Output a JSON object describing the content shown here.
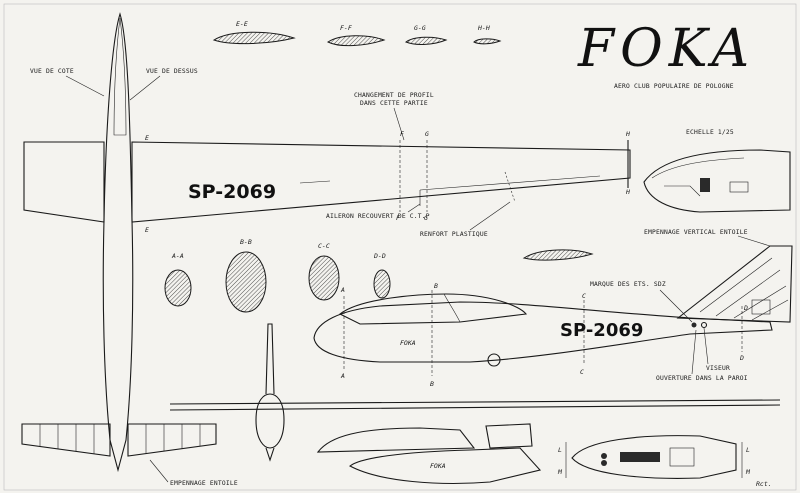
{
  "title": "FOKA",
  "subtitle": "AERO CLUB POPULAIRE DE POLOGNE",
  "scale": "ECHELLE 1/25",
  "registration": "SP-2069",
  "labels": {
    "vue_cote": "VUE DE COTE",
    "vue_dessus": "VUE DE DESSUS",
    "changement": "CHANGEMENT DE PROFIL",
    "changement2": "DANS CETTE PARTIE",
    "aileron": "AILERON RECOUVERT DE C.T.P",
    "renfort": "RENFORT PLASTIQUE",
    "empennage_vertical": "EMPENNAGE VERTICAL ENTOILE",
    "marque": "MARQUE DES ETS. SDZ",
    "viseur": "VISEUR",
    "ouverture": "OUVERTURE DANS LA PAROI",
    "empennage_entoile": "EMPENNAGE ENTOILE",
    "signature": "Rct."
  },
  "sections": {
    "ee": "E-E",
    "ff": "F-F",
    "gg": "G-G",
    "hh": "H-H",
    "aa": "A-A",
    "bb": "B-B",
    "cc": "C-C",
    "dd": "D-D"
  },
  "section_letters": [
    "A",
    "B",
    "C",
    "D",
    "E",
    "F",
    "G",
    "H",
    "L",
    "M"
  ]
}
